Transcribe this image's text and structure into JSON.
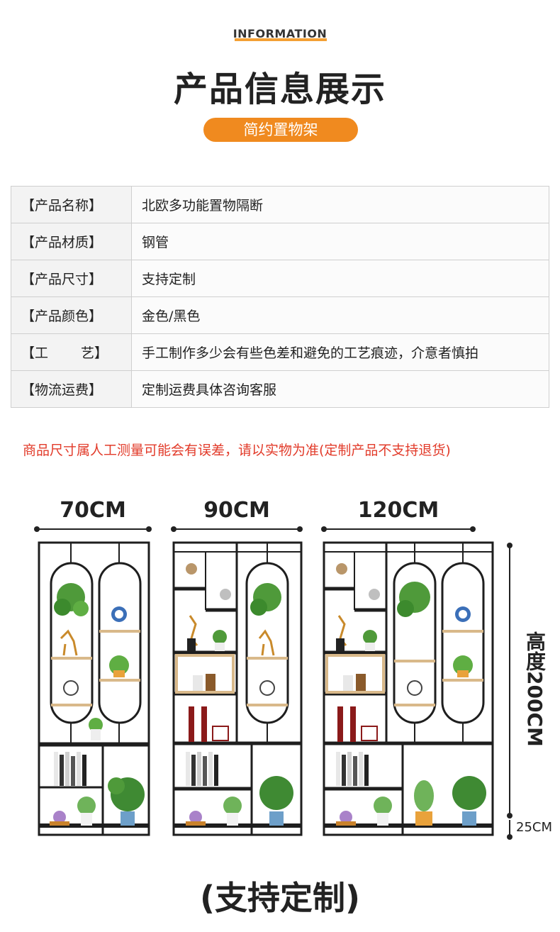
{
  "header": {
    "eyebrow": "INFORMATION",
    "title": "产品信息展示",
    "pill": "简约置物架"
  },
  "specs": [
    {
      "key": "【产品名称】",
      "value": "北欧多功能置物隔断"
    },
    {
      "key": "【产品材质】",
      "value": "钢管"
    },
    {
      "key": "【产品尺寸】",
      "value": "支持定制"
    },
    {
      "key": "【产品颜色】",
      "value": "金色/黑色"
    },
    {
      "key_left": "【工",
      "key_right": "艺】",
      "value": "手工制作多少会有些色差和避免的工艺痕迹，介意者慎拍"
    },
    {
      "key": "【物流运费】",
      "value": "定制运费具体咨询客服"
    }
  ],
  "notice": "商品尺寸属人工测量可能会有误差，请以实物为准(定制产品不支持退货)",
  "dimensions": {
    "widths": [
      "70CM",
      "90CM",
      "120CM"
    ],
    "height": "高度200CM",
    "base": "25CM"
  },
  "bottom_caption": "(支持定制)",
  "colors": {
    "accent": "#f08a1f",
    "notice": "#e23b2a",
    "frame": "#1e1e1e",
    "wood": "#d9b98a"
  }
}
